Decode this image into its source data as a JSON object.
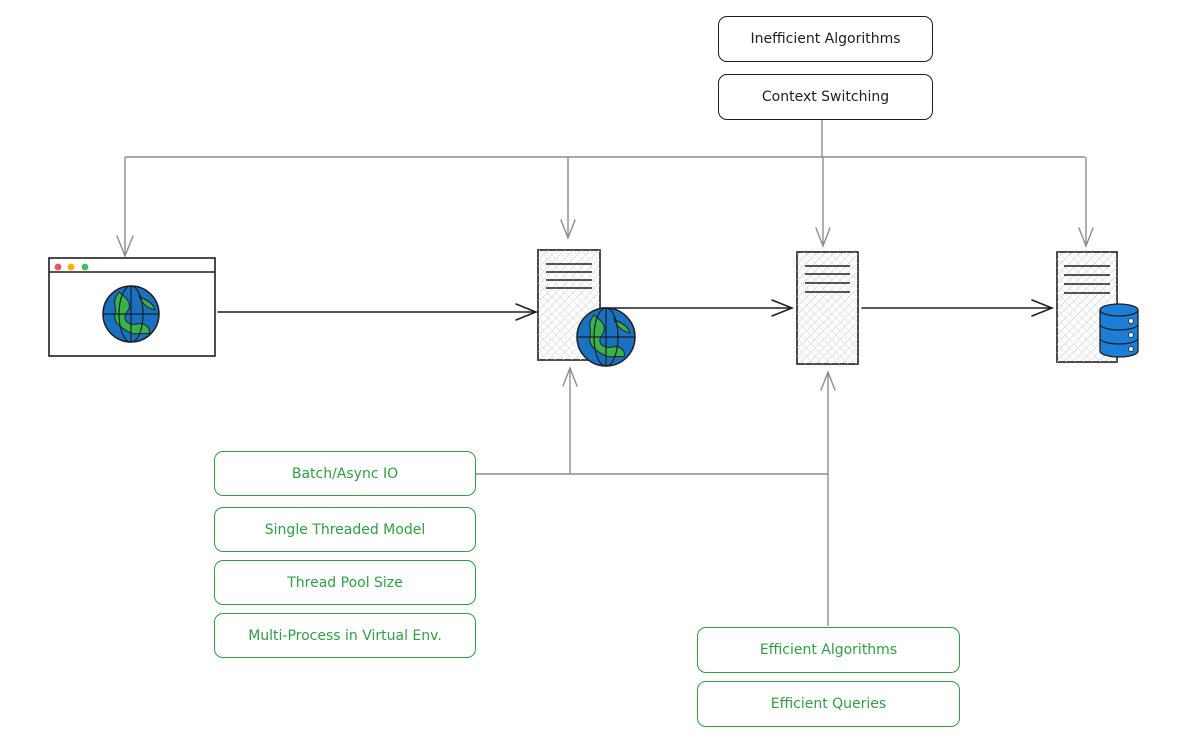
{
  "bottlenecks": [
    {
      "id": "inefficient-algorithms",
      "label": "Inefficient Algorithms"
    },
    {
      "id": "context-switching",
      "label": "Context Switching"
    }
  ],
  "app_server_improvements": [
    {
      "id": "batch-async-io",
      "label": "Batch/Async IO"
    },
    {
      "id": "single-threaded-model",
      "label": "Single Threaded Model"
    },
    {
      "id": "thread-pool-size",
      "label": "Thread Pool Size"
    },
    {
      "id": "multi-process",
      "label": "Multi-Process in Virtual Env."
    }
  ],
  "db_server_improvements": [
    {
      "id": "efficient-algorithms",
      "label": "Efficient Algorithms"
    },
    {
      "id": "efficient-queries",
      "label": "Efficient Queries"
    }
  ],
  "colors": {
    "ink": "#1e1e1e",
    "green": "#2f9e44",
    "connector": "#868e96",
    "globe_blue": "#1971c2",
    "globe_light": "#4dabf7",
    "land_green": "#37b24d",
    "db_blue": "#1c7ed6",
    "dot_red": "#fa5252",
    "dot_yellow": "#fab005",
    "dot_green": "#40c057"
  },
  "nodes": [
    {
      "id": "browser",
      "icon": "browser-window-icon"
    },
    {
      "id": "web-server",
      "icon": "server-globe-icon"
    },
    {
      "id": "app-server",
      "icon": "server-icon"
    },
    {
      "id": "database-server",
      "icon": "server-database-icon"
    }
  ]
}
